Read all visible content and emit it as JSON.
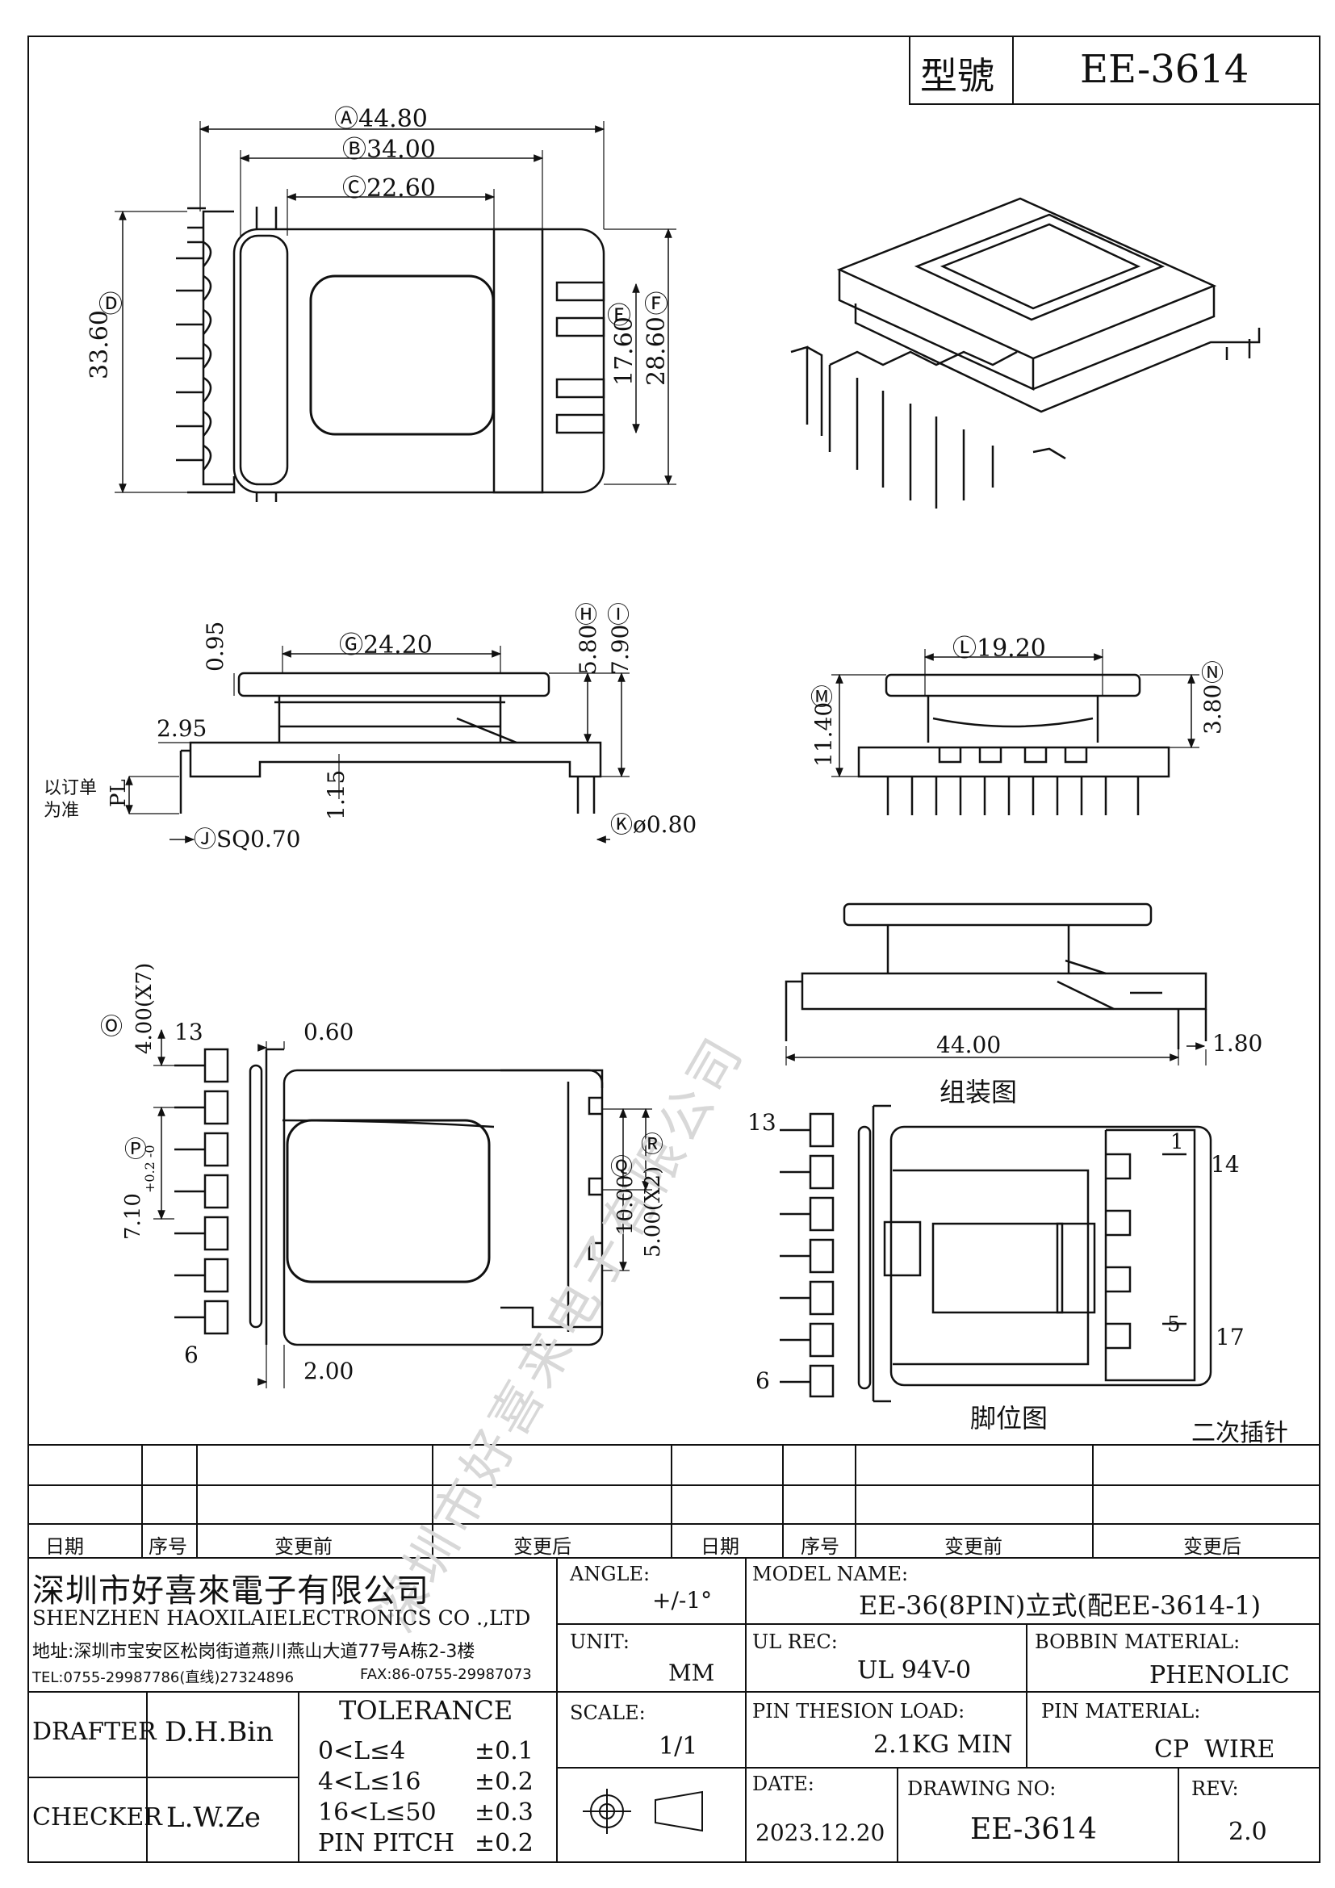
{
  "header": {
    "model_label": "型號",
    "model_value": "EE-3614"
  },
  "views": {
    "top": {
      "dim_A": "Ⓐ44.80",
      "dim_B": "Ⓑ34.00",
      "dim_C": "Ⓒ22.60",
      "dim_D_letter": "Ⓓ",
      "dim_D": "33.60",
      "dim_E_letter": "Ⓔ",
      "dim_E": "17.60",
      "dim_F_letter": "Ⓕ",
      "dim_F": "28.60"
    },
    "side": {
      "dim_G": "Ⓖ24.20",
      "dim_095": "0.95",
      "dim_H_letter": "Ⓗ",
      "dim_H": "5.80",
      "dim_I_letter": "Ⓘ",
      "dim_I": "7.90",
      "dim_295": "2.95",
      "dim_115": "1.15",
      "dim_J": "ⒿSQ0.70",
      "dim_K": "Ⓚø0.80",
      "pl": "PL",
      "note": [
        "以订单",
        "为准"
      ]
    },
    "end": {
      "dim_L": "Ⓛ19.20",
      "dim_M_letter": "Ⓜ",
      "dim_M": "11.40",
      "dim_N_letter": "Ⓝ",
      "dim_N": "3.80"
    },
    "bottom": {
      "dim_O_letter": "Ⓞ",
      "dim_O": "4.00(X7)",
      "dim_060": "0.60",
      "dim_P_letter": "Ⓟ",
      "dim_P": "7.10",
      "dim_P_tol": "+0.2 -0",
      "dim_Q_letter": "Ⓠ",
      "dim_Q": "10.00",
      "dim_R_letter": "Ⓡ",
      "dim_R": "5.00(X2)",
      "dim_200": "2.00",
      "pin_13": "13",
      "pin_6": "6"
    },
    "assembly": {
      "dim_44": "44.00",
      "dim_180": "1.80",
      "caption": "组装图"
    },
    "pinout": {
      "pin_13": "13",
      "pin_6": "6",
      "pin_1": "1",
      "pin_14": "14",
      "pin_5": "5",
      "pin_17": "17",
      "caption": "脚位图",
      "secondary": "二次插针"
    }
  },
  "revision": {
    "headers": [
      "日期",
      "序号",
      "变更前",
      "变更后",
      "日期",
      "序号",
      "变更前",
      "变更后"
    ]
  },
  "company": {
    "name_cn": "深圳市好喜來電子有限公司",
    "name_en": "SHENZHEN HAOXILAIELECTRONICS CO .,LTD",
    "address": "地址:深圳市宝安区松岗街道燕川燕山大道77号A栋2-3楼",
    "tel": "TEL:0755-29987786(直线)27324896",
    "fax": "FAX:86-0755-29987073"
  },
  "people": {
    "drafter_label": "DRAFTER",
    "drafter": "D.H.Bin",
    "checker_label": "CHECKER",
    "checker": "L.W.Ze"
  },
  "tolerance": {
    "title": "TOLERANCE",
    "rows": [
      {
        "range": "0<L≤4",
        "tol": "±0.1"
      },
      {
        "range": "4<L≤16",
        "tol": "±0.2"
      },
      {
        "range": "16<L≤50",
        "tol": "±0.3"
      },
      {
        "range": "PIN PITCH",
        "tol": "±0.2"
      }
    ]
  },
  "title_block": {
    "angle_label": "ANGLE:",
    "angle": "+/-1°",
    "unit_label": "UNIT:",
    "unit": "MM",
    "scale_label": "SCALE:",
    "scale": "1/1",
    "model_name_label": "MODEL NAME:",
    "model_name": "EE-36(8PIN)立式(配EE-3614-1)",
    "ul_label": "UL REC:",
    "ul": "UL 94V-0",
    "bobbin_label": "BOBBIN MATERIAL:",
    "bobbin": "PHENOLIC",
    "load_label": "PIN THESION LOAD:",
    "load": "2.1KG MIN",
    "pin_mat_label": "PIN MATERIAL:",
    "pin_mat": "CP  WIRE",
    "date_label": "DATE:",
    "date": "2023.12.20",
    "drawing_label": "DRAWING NO:",
    "drawing": "EE-3614",
    "rev_label": "REV:",
    "rev": "2.0"
  },
  "watermark": "深圳市好喜来电子有限公司"
}
